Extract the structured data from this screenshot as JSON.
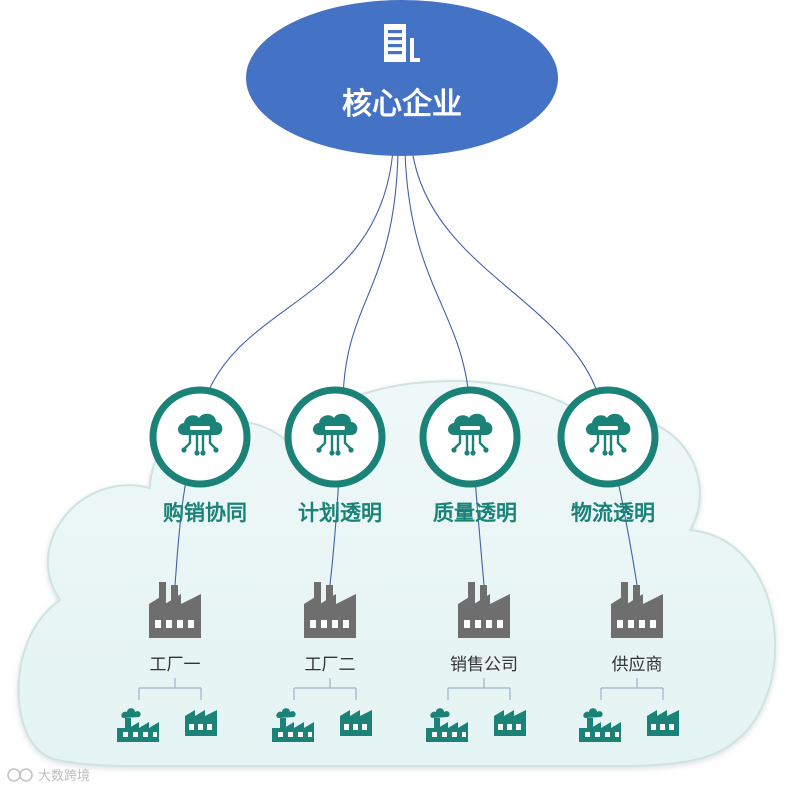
{
  "core": {
    "label": "核心企业",
    "icon": "building-icon",
    "color": "#4472c4"
  },
  "categories": [
    {
      "label": "购销协同",
      "icon": "cloud-network-icon"
    },
    {
      "label": "计划透明",
      "icon": "cloud-network-icon"
    },
    {
      "label": "质量透明",
      "icon": "cloud-network-icon"
    },
    {
      "label": "物流透明",
      "icon": "cloud-network-icon"
    }
  ],
  "entities": [
    {
      "label": "工厂一",
      "icon": "factory-icon"
    },
    {
      "label": "工厂二",
      "icon": "factory-icon"
    },
    {
      "label": "销售公司",
      "icon": "factory-icon"
    },
    {
      "label": "供应商",
      "icon": "factory-icon"
    }
  ],
  "colors": {
    "teal": "#1b8278",
    "cloud_fill": "#eaf6f6",
    "factory_gray": "#6e6e6e",
    "link_blue": "#3f61a8"
  },
  "watermark": {
    "text": "大数跨境",
    "icon": "watermark-logo-icon"
  }
}
